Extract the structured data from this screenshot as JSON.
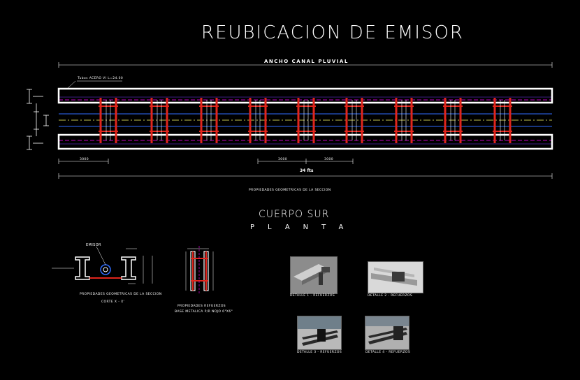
{
  "title": "REUBICACION DE EMISOR",
  "top_dimension_label": "ANCHO CANAL PLUVIAL",
  "tube_note": "Tubos ACERO VI L=24.00",
  "dimensions": {
    "left_segment": "3000",
    "mid_segment_1": "3000",
    "mid_segment_2": "3000",
    "total": "34 fts"
  },
  "section_properties_label": "PROPIEDADES GEOMETRICAS DE LA SECCION",
  "cuerpo_label": "CUERPO SUR",
  "planta_label": "PLANTA",
  "section_detail": {
    "emisor_label": "EMISOR",
    "caption": "PROPIEDADES GEOMETRICAS DE LA SECCION",
    "cut_label": "CORTE X - X'"
  },
  "reinforcement_detail": {
    "caption_1": "PROPIEDADES REFUERZOS",
    "caption_2": "BASE METALICA P/R NOJO 6\"X6\""
  },
  "photos": [
    {
      "caption": "DETALLE 1 - REFUERZOS"
    },
    {
      "caption": "DETALLE 2 - REFUERZOS"
    },
    {
      "caption": "DETALLE 3 - REFUERZOS"
    },
    {
      "caption": "DETALLE 4 - REFUERZOS"
    }
  ],
  "colors": {
    "background": "#000000",
    "beam": "#ffffff",
    "reinforcement": "#e0251c",
    "dashed_axis": "#ff00ff",
    "water_line": "#2f6cff",
    "center_line": "#ffff66"
  }
}
